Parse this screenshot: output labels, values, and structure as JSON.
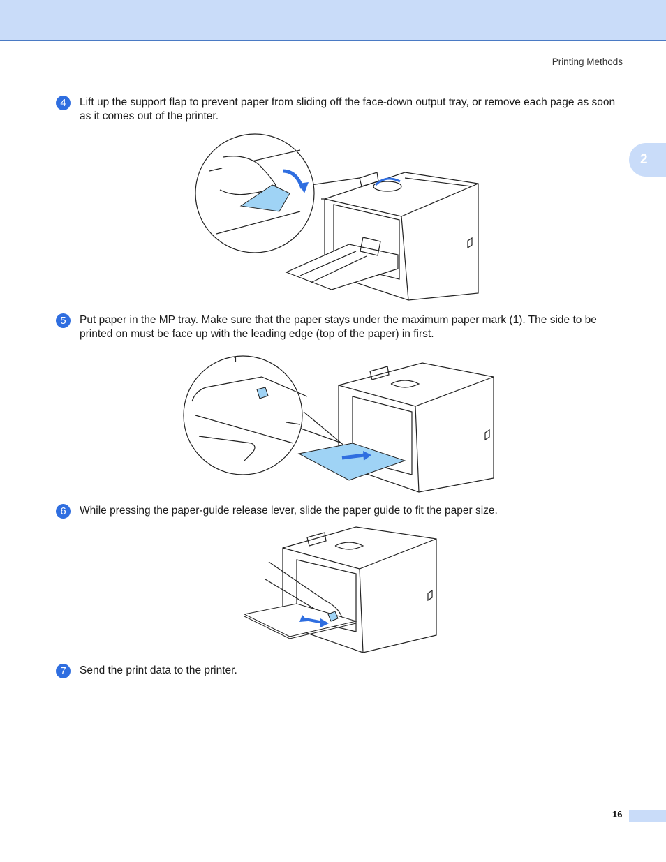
{
  "header": {
    "section_title": "Printing Methods"
  },
  "chapter_tab": {
    "label": "2"
  },
  "steps": [
    {
      "number": "4",
      "text": "Lift up the support flap to prevent paper from sliding off the face-down output tray, or remove each page as soon as it comes out of the printer."
    },
    {
      "number": "5",
      "text": "Put paper in the MP tray. Make sure that the paper stays under the maximum paper mark (1). The side to be printed on must be face up with the leading edge (top of the paper) in first."
    },
    {
      "number": "6",
      "text": "While pressing the paper-guide release lever, slide the paper guide to fit the paper size."
    },
    {
      "number": "7",
      "text": "Send the print data to the printer."
    }
  ],
  "figures": {
    "fig2": {
      "callout": "1"
    }
  },
  "colors": {
    "accent": "#2f6ee0",
    "band": "#c9dcf9",
    "highlight": "#9fd3f5"
  },
  "footer": {
    "page_number": "16"
  }
}
